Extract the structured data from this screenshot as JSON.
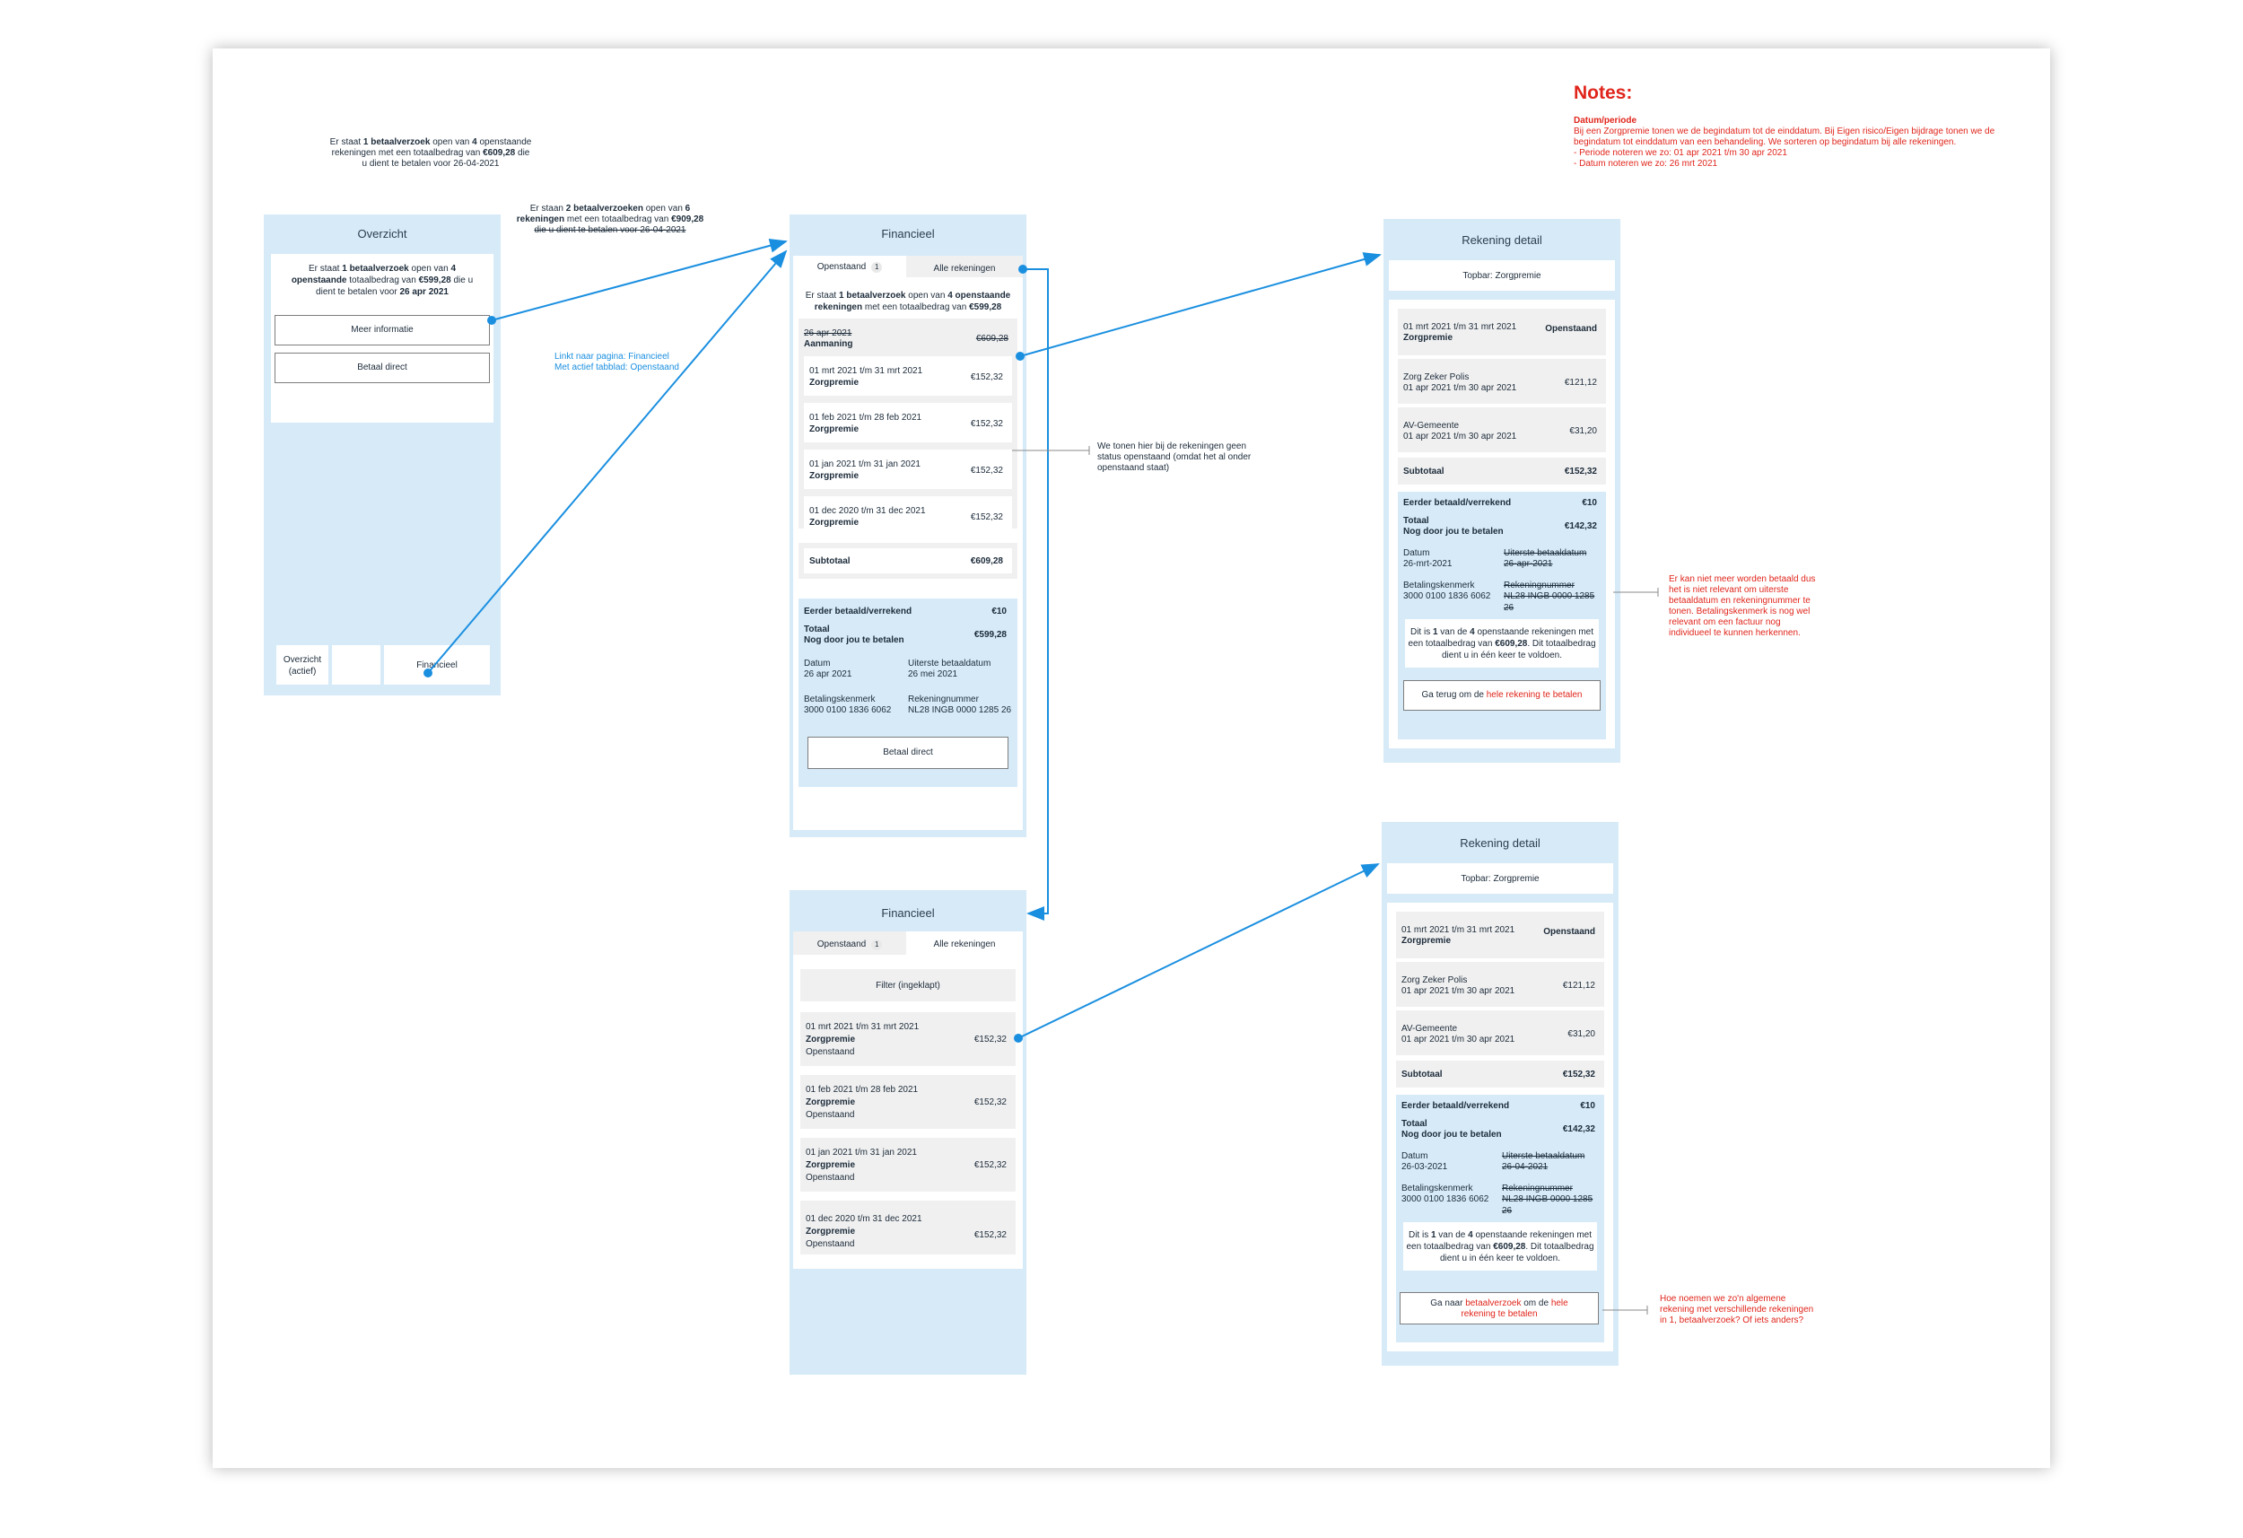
{
  "colors": {
    "screen_bg": "#d6eaf8",
    "arrow": "#1a8fe0",
    "note_red": "#e0251b",
    "white": "#ffffff",
    "grey_row": "#f0f0f0"
  },
  "notes": {
    "title": "Notes:",
    "heading": "Datum/periode",
    "lines": [
      "Bij een Zorgpremie tonen we de begindatum tot de einddatum. Bij Eigen risico/Eigen bijdrage tonen we de",
      "begindatum tot einddatum van een behandeling. We sorteren op begindatum bij alle rekeningen.",
      "- Periode noteren we zo: 01 apr 2021 t/m 30 apr 2021",
      "- Datum noteren we zo: 26 mrt 2021"
    ]
  },
  "annotations": {
    "top_left": [
      "Er staat {1 betaalverzoek} open van {4} openstaande",
      "rekeningen met een totaalbedrag van {€609,28} die",
      "u dient te betalen voor 26-04-2021"
    ],
    "top_mid": [
      "Er staan {2 betaalverzoeken} open van {6}",
      "{rekeningen} met een totaalbedrag van {€909,28}",
      "die u dient te betalen voor 26-04-2021"
    ],
    "link": [
      "Linkt naar pagina: Financieel",
      "Met actief tabblad: Openstaand"
    ],
    "status": [
      "We tonen hier bij de rekeningen geen",
      "status openstaand (omdat het al onder",
      "openstaand staat)"
    ],
    "detail1": [
      "Er kan niet meer worden betaald dus",
      "het is niet relevant om uiterste",
      "betaaldatum en rekeningnummer te",
      "tonen. Betalingskenmerk is nog wel",
      "relevant om een factuur nog",
      "individueel te kunnen herkennen."
    ],
    "detail2": [
      "Hoe noemen we zo'n algemene",
      "rekening met verschillende rekeningen",
      "in 1, betaalverzoek? Of iets anders?"
    ]
  },
  "overzicht": {
    "title": "Overzicht",
    "card": [
      "Er staat {1 betaalverzoek} open van {4}",
      "{openstaande} totaalbedrag van {€599,28} die u",
      "dient te betalen voor {26 apr 2021}"
    ],
    "more_info": "Meer informatie",
    "pay_now": "Betaal direct",
    "nav": [
      "Overzicht",
      "(actief)",
      "",
      "Financieel"
    ]
  },
  "fin1": {
    "title": "Financieel",
    "tab_open": "Openstaand",
    "tab_open_count": "1",
    "tab_all": "Alle rekeningen",
    "intro": [
      "Er staat {1 betaalverzoek} open van {4 openstaande}",
      "{rekeningen} met een totaalbedrag van {€599,28}"
    ],
    "aanmaning_date": "26 apr 2021",
    "aanmaning_label": "Aanmaning",
    "aanmaning_amount": "€609,28",
    "rows": [
      {
        "period": "01 mrt 2021 t/m 31 mrt 2021",
        "type": "Zorgpremie",
        "amount": "€152,32"
      },
      {
        "period": "01 feb 2021 t/m 28 feb 2021",
        "type": "Zorgpremie",
        "amount": "€152,32"
      },
      {
        "period": "01 jan 2021 t/m 31 jan 2021",
        "type": "Zorgpremie",
        "amount": "€152,32"
      },
      {
        "period": "01 dec 2020 t/m 31 dec 2021",
        "type": "Zorgpremie",
        "amount": "€152,32"
      }
    ],
    "subtotal_label": "Subtotaal",
    "subtotal": "€609,28",
    "paid_label": "Eerder betaald/verrekend",
    "paid": "€10",
    "total_label": "Totaal",
    "total_sub": "Nog door jou te betalen",
    "total": "€599,28",
    "date_label": "Datum",
    "date": "26 apr 2021",
    "due_label": "Uiterste betaaldatum",
    "due": "26 mei 2021",
    "ref_label": "Betalingskenmerk",
    "ref": "3000 0100 1836 6062",
    "acc_label": "Rekeningnummer",
    "acc": "NL28 INGB 0000 1285 26",
    "pay_now": "Betaal direct"
  },
  "fin2": {
    "title": "Financieel",
    "tab_open": "Openstaand",
    "tab_open_count": "1",
    "tab_all": "Alle rekeningen",
    "filter": "Filter (ingeklapt)",
    "rows": [
      {
        "period": "01 mrt 2021 t/m 31 mrt 2021",
        "type": "Zorgpremie",
        "status": "Openstaand",
        "amount": "€152,32"
      },
      {
        "period": "01 feb 2021 t/m 28 feb 2021",
        "type": "Zorgpremie",
        "status": "Openstaand",
        "amount": "€152,32"
      },
      {
        "period": "01 jan 2021 t/m 31 jan 2021",
        "type": "Zorgpremie",
        "status": "Openstaand",
        "amount": "€152,32"
      },
      {
        "period": "01 dec 2020 t/m 31 dec 2021",
        "type": "Zorgpremie",
        "status": "Openstaand",
        "amount": "€152,32"
      }
    ]
  },
  "detail1": {
    "title": "Rekening detail",
    "topbar": "Topbar: Zorgpremie",
    "head_period": "01 mrt 2021 t/m 31 mrt 2021",
    "head_type": "Zorgpremie",
    "head_status": "Openstaand",
    "items": [
      {
        "name": "Zorg Zeker Polis",
        "period": "01 apr 2021 t/m 30 apr 2021",
        "amount": "€121,12"
      },
      {
        "name": "AV-Gemeente",
        "period": "01 apr 2021 t/m 30 apr 2021",
        "amount": "€31,20"
      }
    ],
    "subtotal_label": "Subtotaal",
    "subtotal": "€152,32",
    "paid_label": "Eerder betaald/verrekend",
    "paid": "€10",
    "total_label": "Totaal",
    "total_sub": "Nog door jou te betalen",
    "total": "€142,32",
    "date_label": "Datum",
    "date": "26-mrt-2021",
    "due_label": "Uiterste betaaldatum",
    "due": "26-apr-2021",
    "ref_label": "Betalingskenmerk",
    "ref": "3000 0100 1836 6062",
    "acc_label": "Rekeningnummer",
    "acc": "NL28 INGB 0000 1285 26",
    "info": [
      "Dit is {1} van de {4} openstaande rekeningen met",
      "een totaalbedrag van {€609,28}. Dit totaalbedrag",
      "dient u in één keer te voldoen."
    ],
    "back_pre": "Ga terug om de ",
    "back_link": "hele rekening te betalen"
  },
  "detail2": {
    "title": "Rekening detail",
    "topbar": "Topbar: Zorgpremie",
    "head_period": "01 mrt 2021 t/m 31 mrt 2021",
    "head_type": "Zorgpremie",
    "head_status": "Openstaand",
    "items": [
      {
        "name": "Zorg Zeker Polis",
        "period": "01 apr 2021 t/m 30 apr 2021",
        "amount": "€121,12"
      },
      {
        "name": "AV-Gemeente",
        "period": "01 apr 2021 t/m 30 apr 2021",
        "amount": "€31,20"
      }
    ],
    "subtotal_label": "Subtotaal",
    "subtotal": "€152,32",
    "paid_label": "Eerder betaald/verrekend",
    "paid": "€10",
    "total_label": "Totaal",
    "total_sub": "Nog door jou te betalen",
    "total": "€142,32",
    "date_label": "Datum",
    "date": "26-03-2021",
    "due_label": "Uiterste betaaldatum",
    "due": "26-04-2021",
    "ref_label": "Betalingskenmerk",
    "ref": "3000 0100 1836 6062",
    "acc_label": "Rekeningnummer",
    "acc": "NL28 INGB 0000 1285 26",
    "info": [
      "Dit is {1} van de {4} openstaande rekeningen met",
      "een totaalbedrag van {€609,28}. Dit totaalbedrag",
      "dient u in één keer te voldoen."
    ],
    "btn_pre": "Ga naar ",
    "btn_link1": "betaalverzoek",
    "btn_mid": " om de ",
    "btn_link2": "hele",
    "btn_link3": "rekening te betalen"
  }
}
